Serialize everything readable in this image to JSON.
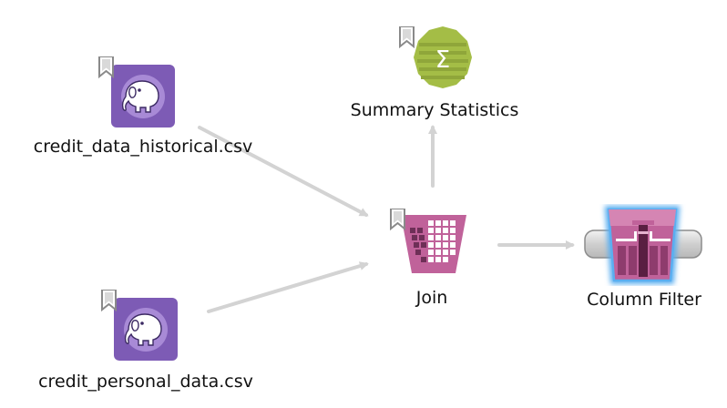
{
  "canvas": {
    "background": "#ffffff",
    "edge_color": "#d3d3d3"
  },
  "nodes": {
    "historical": {
      "label": "credit_data_historical.csv",
      "icon": "elephant-dataset-icon",
      "color": "#7d5bb5"
    },
    "personal": {
      "label": "credit_personal_data.csv",
      "icon": "elephant-dataset-icon",
      "color": "#7d5bb5"
    },
    "join": {
      "label": "Join",
      "icon": "join-icon",
      "color": "#c0629a"
    },
    "summary": {
      "label": "Summary Statistics",
      "icon": "sigma-icon",
      "color": "#a4bd46"
    },
    "filter": {
      "label": "Column Filter",
      "icon": "column-filter-icon",
      "color": "#c0629a",
      "highlight": "#5aaef0"
    }
  },
  "edges": [
    {
      "from": "historical",
      "to": "join"
    },
    {
      "from": "personal",
      "to": "join"
    },
    {
      "from": "join",
      "to": "summary"
    },
    {
      "from": "join",
      "to": "filter"
    }
  ]
}
